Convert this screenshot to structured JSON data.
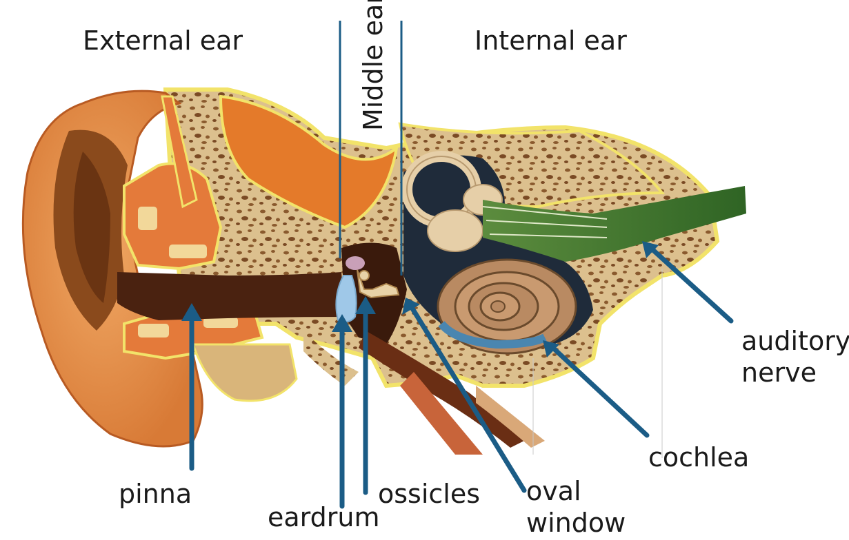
{
  "regions": {
    "external_ear": "External ear",
    "middle_ear": "Middle ear",
    "internal_ear": "Internal ear"
  },
  "parts": {
    "pinna": "pinna",
    "eardrum": "eardrum",
    "ossicles": "ossicles",
    "oval_window_line1": "oval",
    "oval_window_line2": "window",
    "cochlea": "cochlea",
    "auditory_nerve_line1": "auditory",
    "auditory_nerve_line2": "nerve"
  },
  "colors": {
    "arrow": "#1b5c86",
    "skin": "#e8944f",
    "skin_dark": "#b85a22",
    "canal": "#4a2210",
    "bone": "#dcc08e",
    "bone_pore": "#8a5a2e",
    "cartilage": "#e47a3a",
    "membrane": "#f2e36a",
    "eardrum": "#9fc8e8",
    "nerve": "#3f7a2c",
    "cochlea": "#b98a62",
    "fluid": "#1f2b3a",
    "muscle": "#c8643a"
  }
}
